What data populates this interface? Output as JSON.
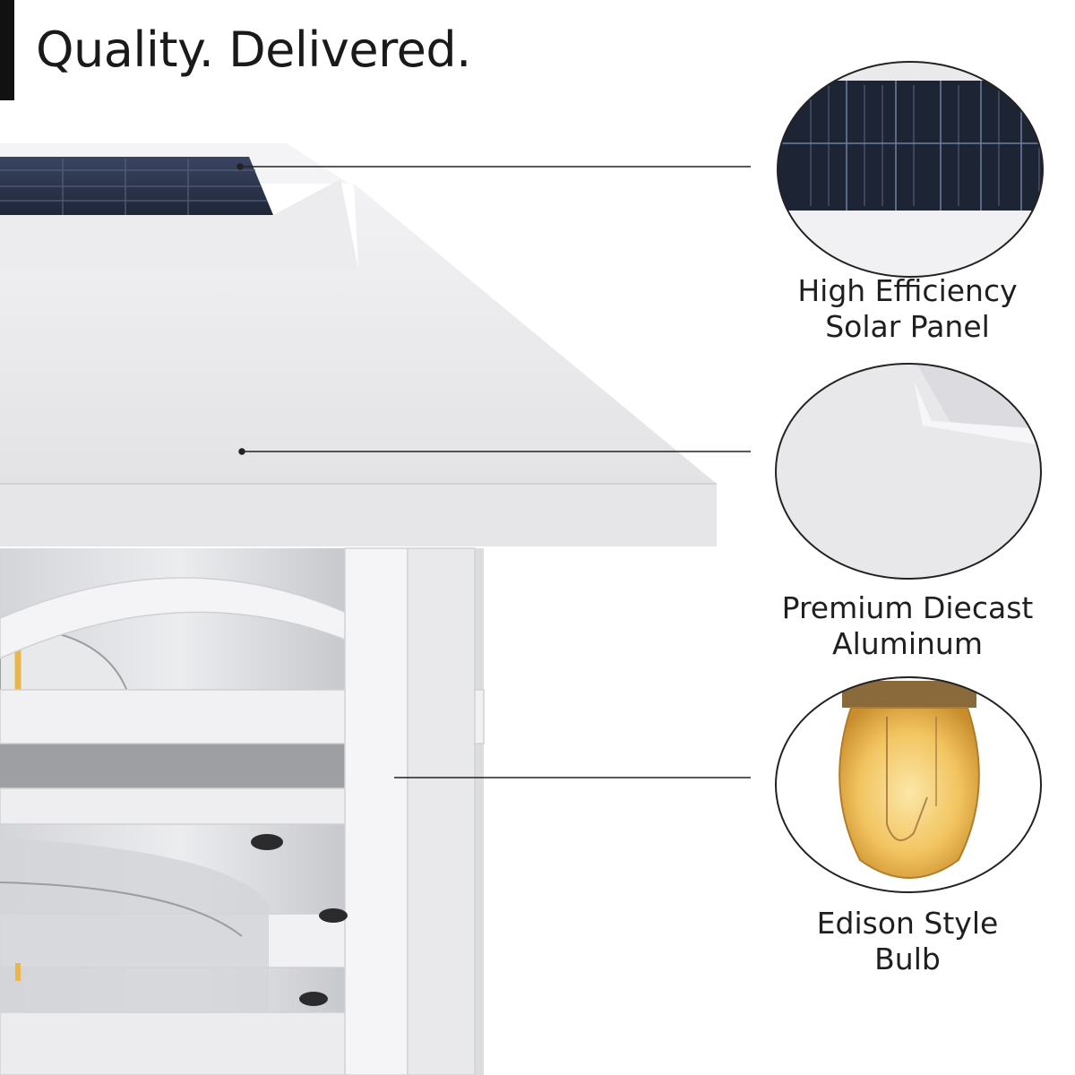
{
  "header": {
    "headline": "Quality. Delivered."
  },
  "callouts": [
    {
      "line1": "High Efficiency",
      "line2": "Solar Panel",
      "icon": "solar-panel-closeup"
    },
    {
      "line1": "Premium Diecast",
      "line2": "Aluminum",
      "icon": "aluminum-surface-closeup"
    },
    {
      "line1": "Edison Style",
      "line2": "Bulb",
      "icon": "edison-bulb-closeup"
    }
  ],
  "colors": {
    "accent_bar": "#111111",
    "lamp_body": "#eeeef0",
    "solar_cell": "#2a3550",
    "bulb_glow": "#f3c868"
  }
}
